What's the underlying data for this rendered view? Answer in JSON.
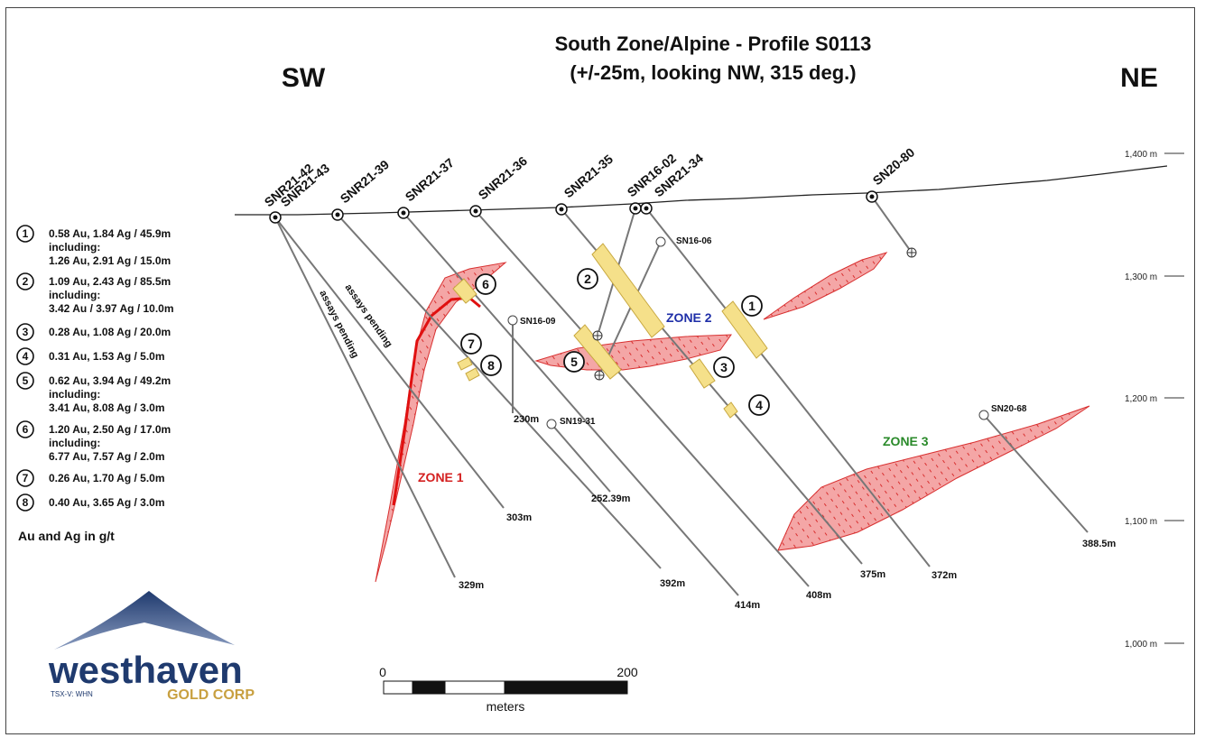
{
  "title": {
    "line1": "South Zone/Alpine - Profile S0113",
    "line2": "(+/-25m, looking NW, 315 deg.)"
  },
  "directions": {
    "left": "SW",
    "right": "NE"
  },
  "elevations": [
    "1,400 m",
    "1,300 m",
    "1,200 m",
    "1,100 m",
    "1,000 m"
  ],
  "collar_holes": [
    "SNR21-42",
    "SNR21-43",
    "SNR21-39",
    "SNR21-37",
    "SNR21-36",
    "SNR21-35",
    "SNR16-02",
    "SNR21-34",
    "SN20-80"
  ],
  "other_holes": [
    "SN16-06",
    "SN16-09",
    "SN19-31",
    "SN20-68"
  ],
  "depths": [
    "329m",
    "303m",
    "230m",
    "252.39m",
    "392m",
    "414m",
    "408m",
    "375m",
    "372m",
    "388.5m"
  ],
  "pending": [
    "assays pending",
    "assays pending"
  ],
  "zones": [
    "ZONE 1",
    "ZONE 2",
    "ZONE 3"
  ],
  "intercept_numbers": [
    "1",
    "2",
    "3",
    "4",
    "5",
    "6",
    "7",
    "8"
  ],
  "legend": [
    {
      "num": "1",
      "lines": [
        "0.58 Au, 1.84 Ag / 45.9m",
        "including:",
        "1.26 Au, 2.91 Ag / 15.0m"
      ]
    },
    {
      "num": "2",
      "lines": [
        "1.09 Au, 2.43 Ag / 85.5m",
        "including:",
        "3.42 Au / 3.97 Ag / 10.0m"
      ]
    },
    {
      "num": "3",
      "lines": [
        "0.28 Au, 1.08 Ag / 20.0m"
      ]
    },
    {
      "num": "4",
      "lines": [
        "0.31 Au, 1.53 Ag / 5.0m"
      ]
    },
    {
      "num": "5",
      "lines": [
        "0.62 Au, 3.94 Ag / 49.2m",
        "including:",
        "3.41 Au, 8.08 Ag / 3.0m"
      ]
    },
    {
      "num": "6",
      "lines": [
        "1.20 Au, 2.50 Ag / 17.0m",
        "including:",
        "6.77 Au, 7.57 Ag / 2.0m"
      ]
    },
    {
      "num": "7",
      "lines": [
        "0.26 Au, 1.70 Ag / 5.0m"
      ]
    },
    {
      "num": "8",
      "lines": [
        "0.40 Au, 3.65 Ag / 3.0m"
      ]
    }
  ],
  "units_note": "Au and Ag in g/t",
  "scale": {
    "min": "0",
    "max": "200",
    "unit": "meters"
  },
  "logo": {
    "name": "westhaven",
    "sub": "GOLD CORP",
    "ticker": "TSX-V: WHN"
  },
  "colors": {
    "zone_fill": "#f4a6a6",
    "zone_stroke": "#d83030",
    "intercept": "#f5e08a",
    "zone1_label": "#d42020",
    "zone2_label": "#1f2fa8",
    "zone3_label": "#2a8a2a",
    "logo_blue": "#1f3a6e",
    "logo_gold": "#c8a040"
  }
}
